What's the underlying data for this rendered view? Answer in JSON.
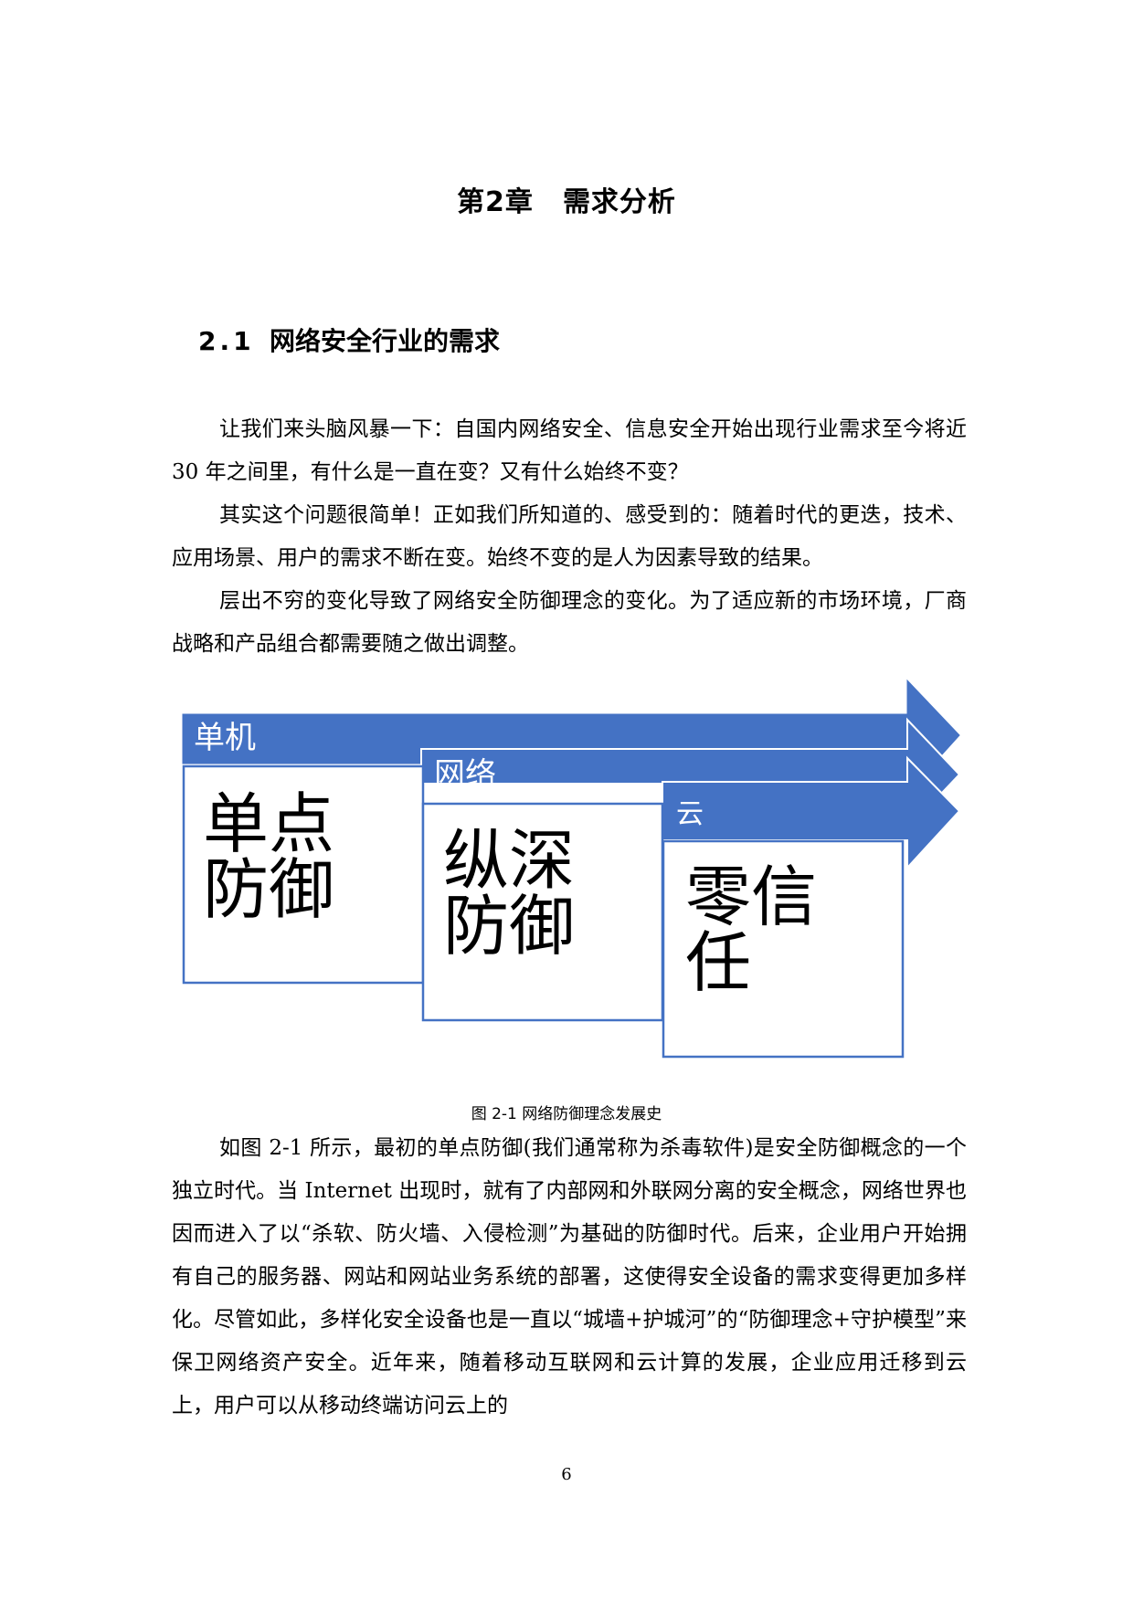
{
  "chapter": {
    "number_label": "第2章",
    "title": "需求分析"
  },
  "section": {
    "number": "2.1",
    "title": "网络安全行业的需求"
  },
  "intro_paragraphs": [
    "让我们来头脑风暴一下：自国内网络安全、信息安全开始出现行业需求至今将近 30 年之间里，有什么是一直在变？又有什么始终不变？",
    "其实这个问题很简单！正如我们所知道的、感受到的：随着时代的更迭，技术、应用场景、用户的需求不断在变。始终不变的是人为因素导致的结果。",
    "层出不穷的变化导致了网络安全防御理念的变化。为了适应新的市场环境，厂商战略和产品组合都需要随之做出调整。"
  ],
  "figure": {
    "accent_color": "#4472C4",
    "stages": [
      {
        "era": "单机",
        "concept_line1": "单点",
        "concept_line2": "防御"
      },
      {
        "era": "网络",
        "concept_line1": "纵深",
        "concept_line2": "防御"
      },
      {
        "era": "云",
        "concept_line1": "零信",
        "concept_line2": "任"
      }
    ],
    "caption": "图 2-1 网络防御理念发展史"
  },
  "body_paragraph": "如图 2-1 所示，最初的单点防御(我们通常称为杀毒软件)是安全防御概念的一个独立时代。当 Internet 出现时，就有了内部网和外联网分离的安全概念，网络世界也因而进入了以“杀软、防火墙、入侵检测”为基础的防御时代。后来，企业用户开始拥有自己的服务器、网站和网站业务系统的部署，这使得安全设备的需求变得更加多样化。尽管如此，多样化安全设备也是一直以“城墙+护城河”的“防御理念+守护模型”来保卫网络资产安全。近年来，随着移动互联网和云计算的发展，企业应用迁移到云上，用户可以从移动终端访问云上的",
  "page_number": "6"
}
